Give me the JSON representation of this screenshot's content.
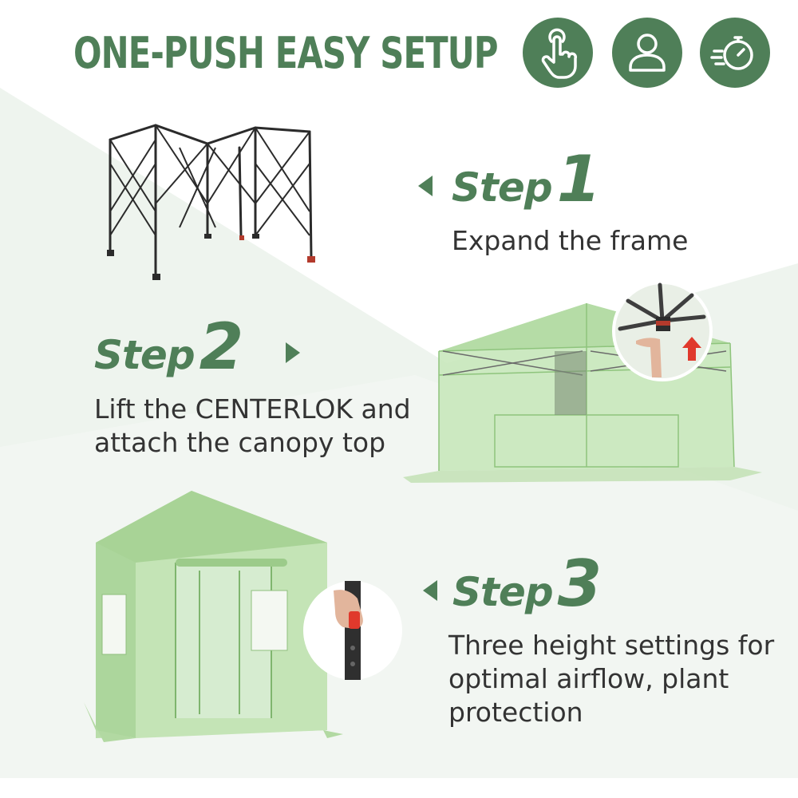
{
  "header": {
    "title": "ONE-PUSH EASY SETUP",
    "badges": [
      "hand-tap-icon",
      "person-icon",
      "speed-timer-icon"
    ]
  },
  "steps": [
    {
      "word": "Step",
      "number": "1",
      "lines": [
        "Expand the frame"
      ]
    },
    {
      "word": "Step",
      "number": "2",
      "lines": [
        "Lift the CENTERLOK and",
        "attach the canopy top"
      ]
    },
    {
      "word": "Step",
      "number": "3",
      "lines": [
        "Three height settings for",
        "optimal airflow, plant",
        "protection"
      ]
    }
  ],
  "colors": {
    "accent": "#4f7f58",
    "text": "#333333",
    "background_band": "#eef4ee",
    "cover_green": "#a9d99a",
    "frame_black": "#2b2b2b",
    "handle_red": "#d9342b"
  }
}
